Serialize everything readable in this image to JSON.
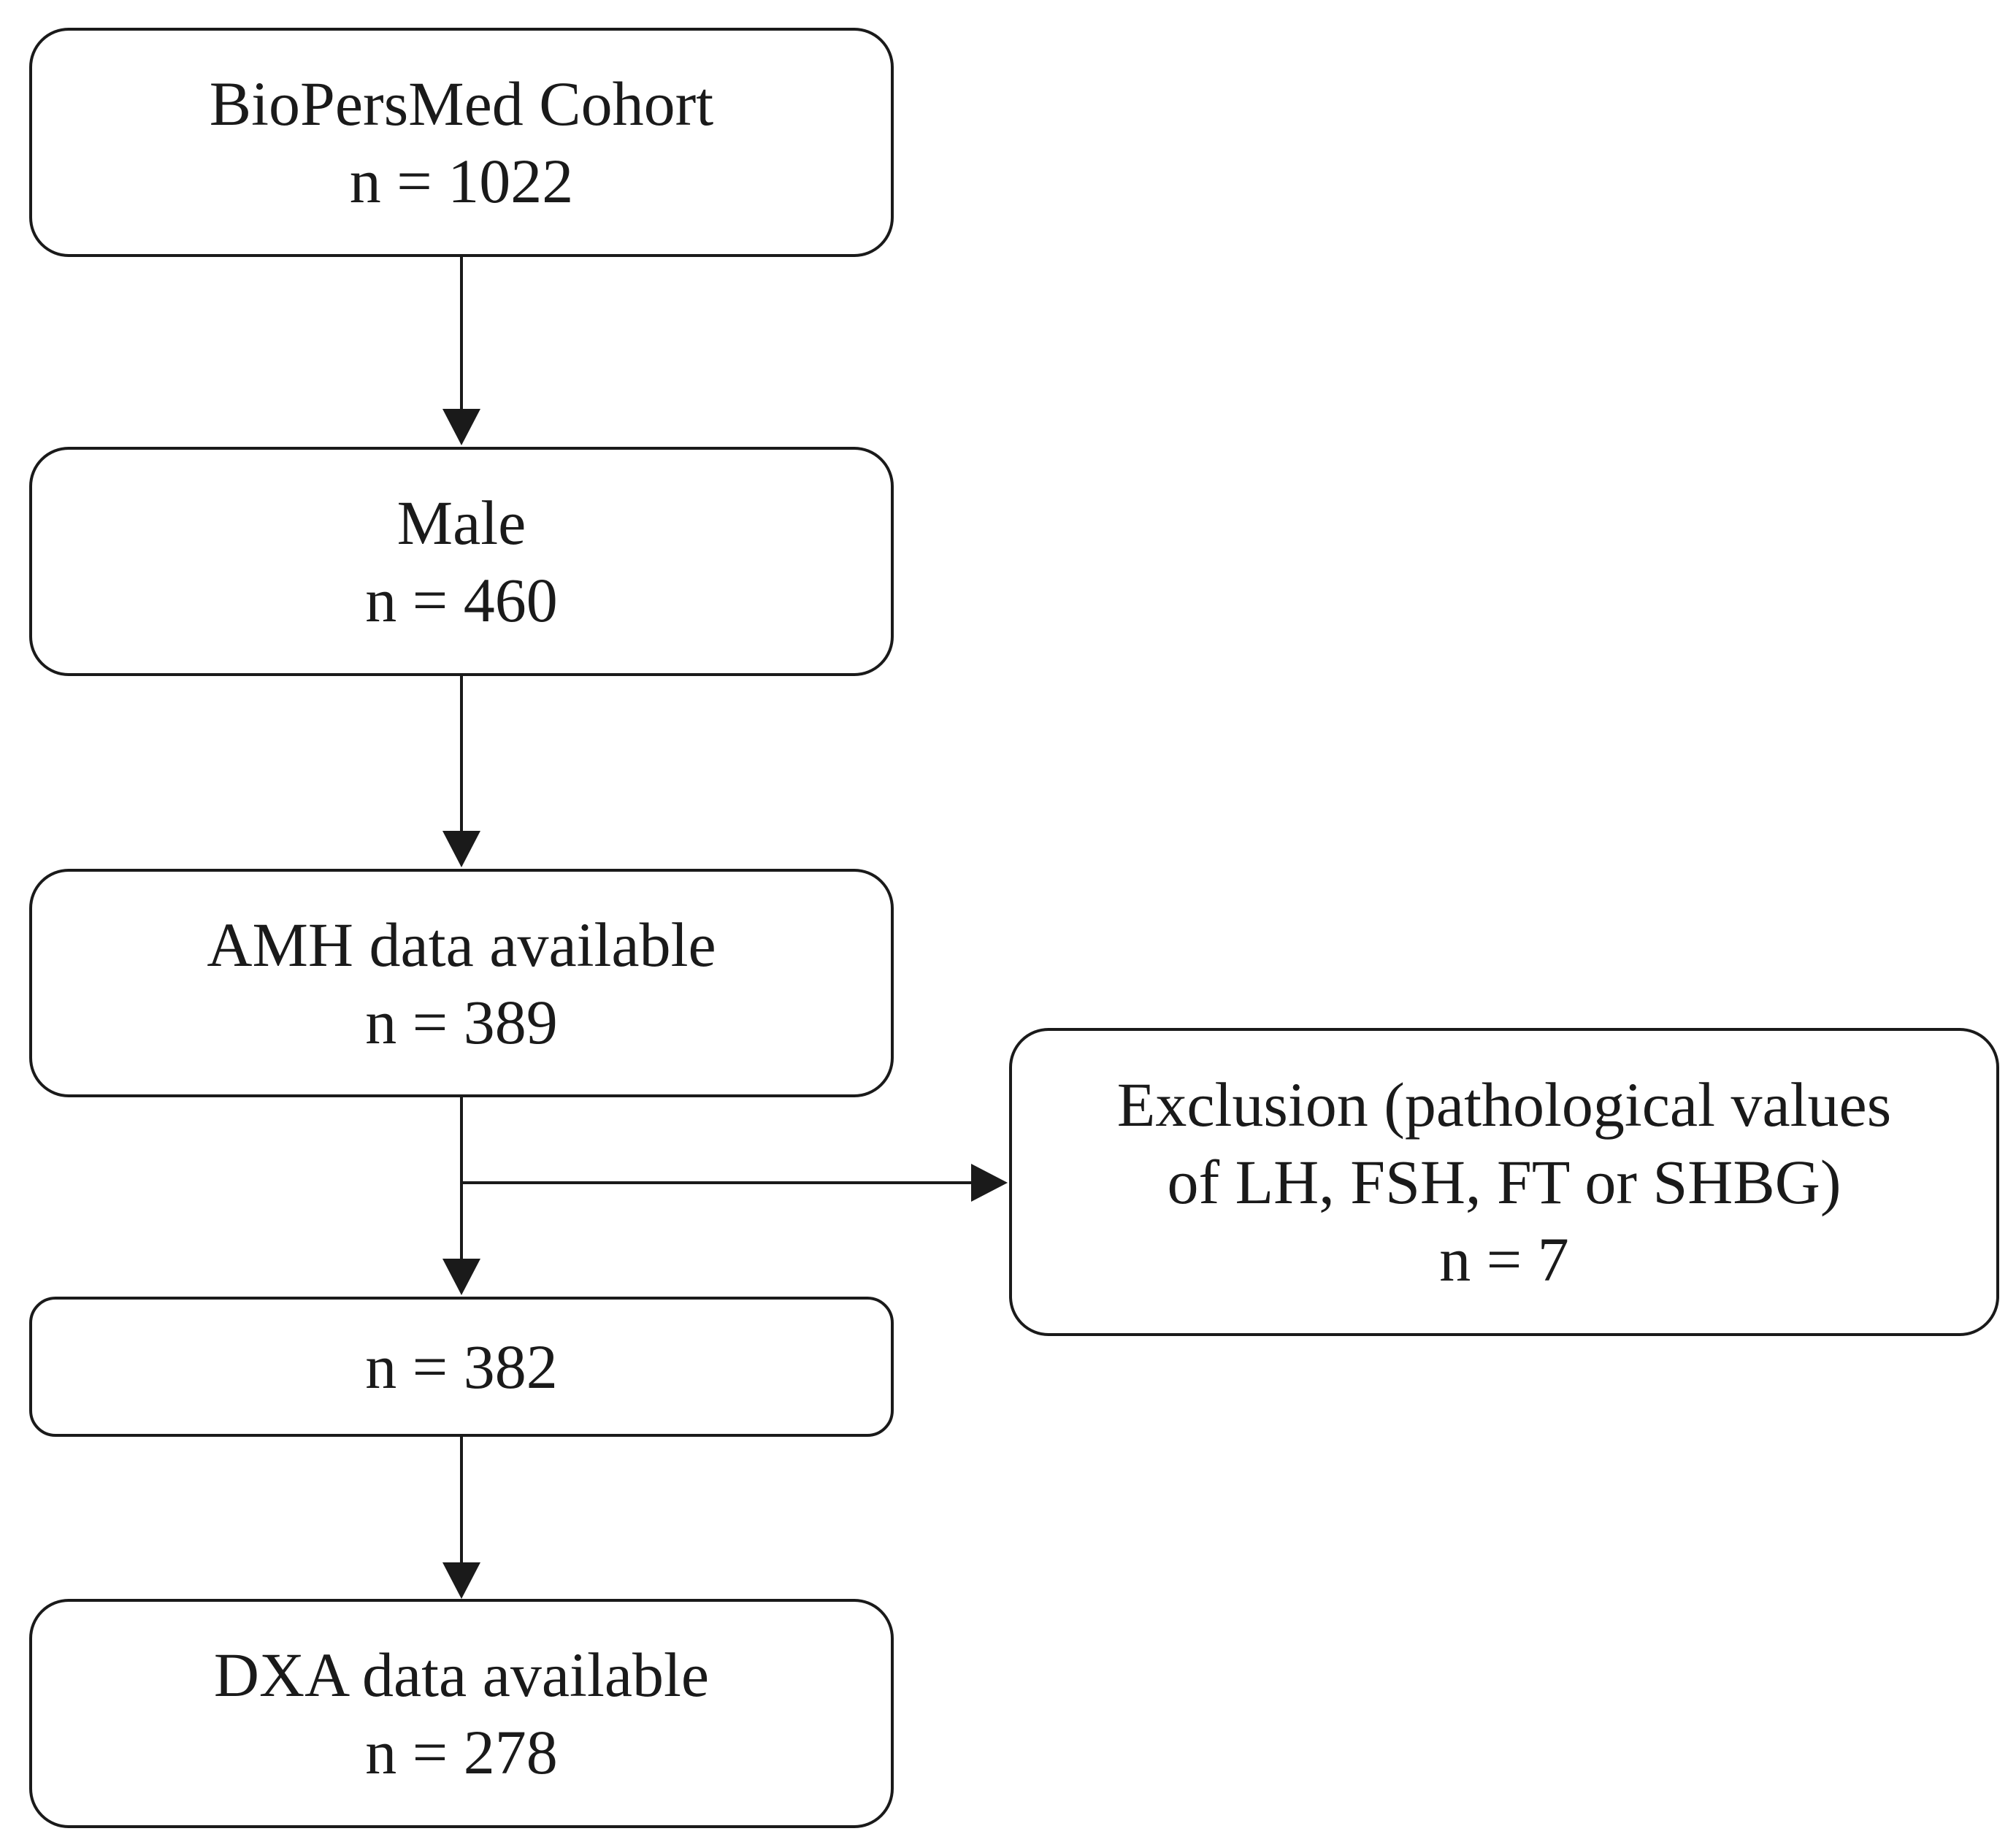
{
  "flowchart": {
    "cohort": {
      "title": "BioPersMed Cohort",
      "count": "n = 1022"
    },
    "male": {
      "title": "Male",
      "count": "n = 460"
    },
    "amh": {
      "title": "AMH data available",
      "count": "n = 389"
    },
    "exclusion": {
      "line1": "Exclusion (pathological values",
      "line2": "of LH, FSH, FT or SHBG)",
      "count": "n = 7"
    },
    "remaining": {
      "count": "n = 382"
    },
    "dxa": {
      "title": "DXA data available",
      "count": "n = 278"
    }
  },
  "colors": {
    "stroke": "#1a1a1a",
    "background": "#ffffff"
  }
}
